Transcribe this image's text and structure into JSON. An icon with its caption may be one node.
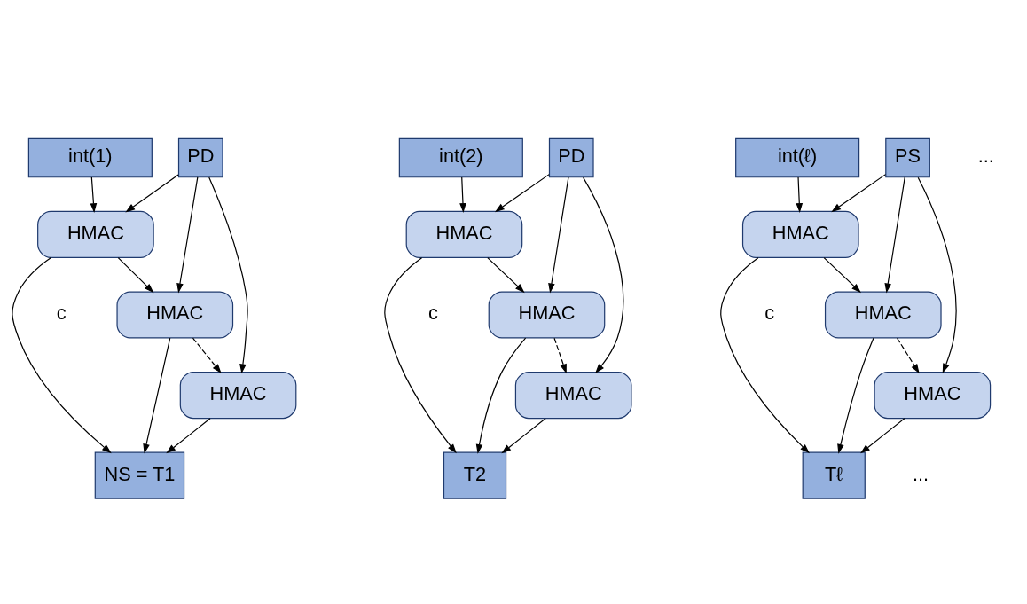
{
  "diagram": {
    "nodes": [
      {
        "text": [
          "PD"
        ]
      },
      {
        "text": [
          "int(1)"
        ]
      },
      {
        "text": [
          "HMAC"
        ]
      },
      {
        "text": [
          "HMAC"
        ]
      },
      {
        "text": [
          "HMAC"
        ]
      },
      {
        "text": [
          "NS = T1"
        ]
      },
      {
        "text": [
          "PD"
        ]
      },
      {
        "text": [
          "int(2)"
        ]
      },
      {
        "text": [
          "HMAC"
        ]
      },
      {
        "text": [
          "HMAC"
        ]
      },
      {
        "text": [
          "HMAC"
        ]
      },
      {
        "text": [
          "T2"
        ]
      },
      {
        "text": [
          "PS"
        ]
      },
      {
        "text": [
          "int(ℓ)"
        ]
      },
      {
        "text": [
          "HMAC"
        ]
      },
      {
        "text": [
          "HMAC"
        ]
      },
      {
        "text": [
          "HMAC"
        ]
      },
      {
        "text": [
          "Tℓ"
        ]
      }
    ],
    "edges": [
      {
        "from": 1,
        "to": 2,
        "arrow": "to"
      },
      {
        "from": 0,
        "to": 2,
        "arrow": "to"
      },
      {
        "from": 0,
        "to": 3,
        "arrow": "to"
      },
      {
        "from": 0,
        "to": 4,
        "arrow": "to"
      },
      {
        "from": 2,
        "to": 3,
        "arrow": "to"
      },
      {
        "from": 3,
        "to": 4,
        "arrow": "to",
        "style": "dashed"
      },
      {
        "from": 2,
        "to": 5,
        "arrow": "to"
      },
      {
        "from": 3,
        "to": 5,
        "arrow": "to"
      },
      {
        "from": 4,
        "to": 5,
        "arrow": "to"
      },
      {
        "from": 7,
        "to": 8,
        "arrow": "to"
      },
      {
        "from": 6,
        "to": 8,
        "arrow": "to"
      },
      {
        "from": 6,
        "to": 9,
        "arrow": "to"
      },
      {
        "from": 6,
        "to": 10,
        "arrow": "to"
      },
      {
        "from": 8,
        "to": 9,
        "arrow": "to"
      },
      {
        "from": 9,
        "to": 10,
        "arrow": "to",
        "style": "dashed"
      },
      {
        "from": 8,
        "to": 11,
        "arrow": "to"
      },
      {
        "from": 9,
        "to": 11,
        "arrow": "to"
      },
      {
        "from": 10,
        "to": 11,
        "arrow": "to"
      },
      {
        "from": 13,
        "to": 14,
        "arrow": "to"
      },
      {
        "from": 12,
        "to": 14,
        "arrow": "to"
      },
      {
        "from": 12,
        "to": 15,
        "arrow": "to"
      },
      {
        "from": 12,
        "to": 16,
        "arrow": "to"
      },
      {
        "from": 14,
        "to": 15,
        "arrow": "to"
      },
      {
        "from": 15,
        "to": 16,
        "arrow": "to",
        "style": "dashed"
      },
      {
        "from": 14,
        "to": 17,
        "arrow": "to"
      },
      {
        "from": 15,
        "to": 17,
        "arrow": "to"
      },
      {
        "from": 16,
        "to": 17,
        "arrow": "to"
      }
    ],
    "labels": [
      "...",
      "c",
      "c",
      "c",
      "..."
    ]
  }
}
